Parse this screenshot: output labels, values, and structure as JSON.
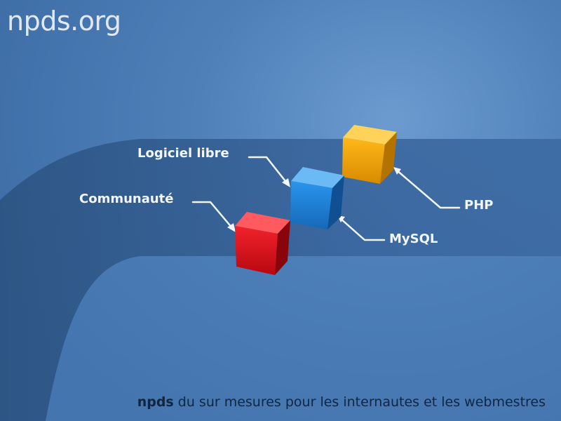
{
  "brand": {
    "name": "npds.org"
  },
  "labels": {
    "logiciel_libre": "Logiciel libre",
    "communaute": "Communauté",
    "php": "PHP",
    "mysql": "MySQL"
  },
  "tagline": {
    "brand": "npds",
    "text": " du sur mesures pour les internautes et les webmestres"
  },
  "icons": {
    "red_cube": "red-cube",
    "blue_cube": "blue-cube",
    "orange_cube": "orange-cube"
  },
  "colors": {
    "background": "#4f80b8",
    "band": "#2f5a8a",
    "cube_red": "#d8121b",
    "cube_blue": "#1f7fd4",
    "cube_orange": "#f0a000"
  }
}
